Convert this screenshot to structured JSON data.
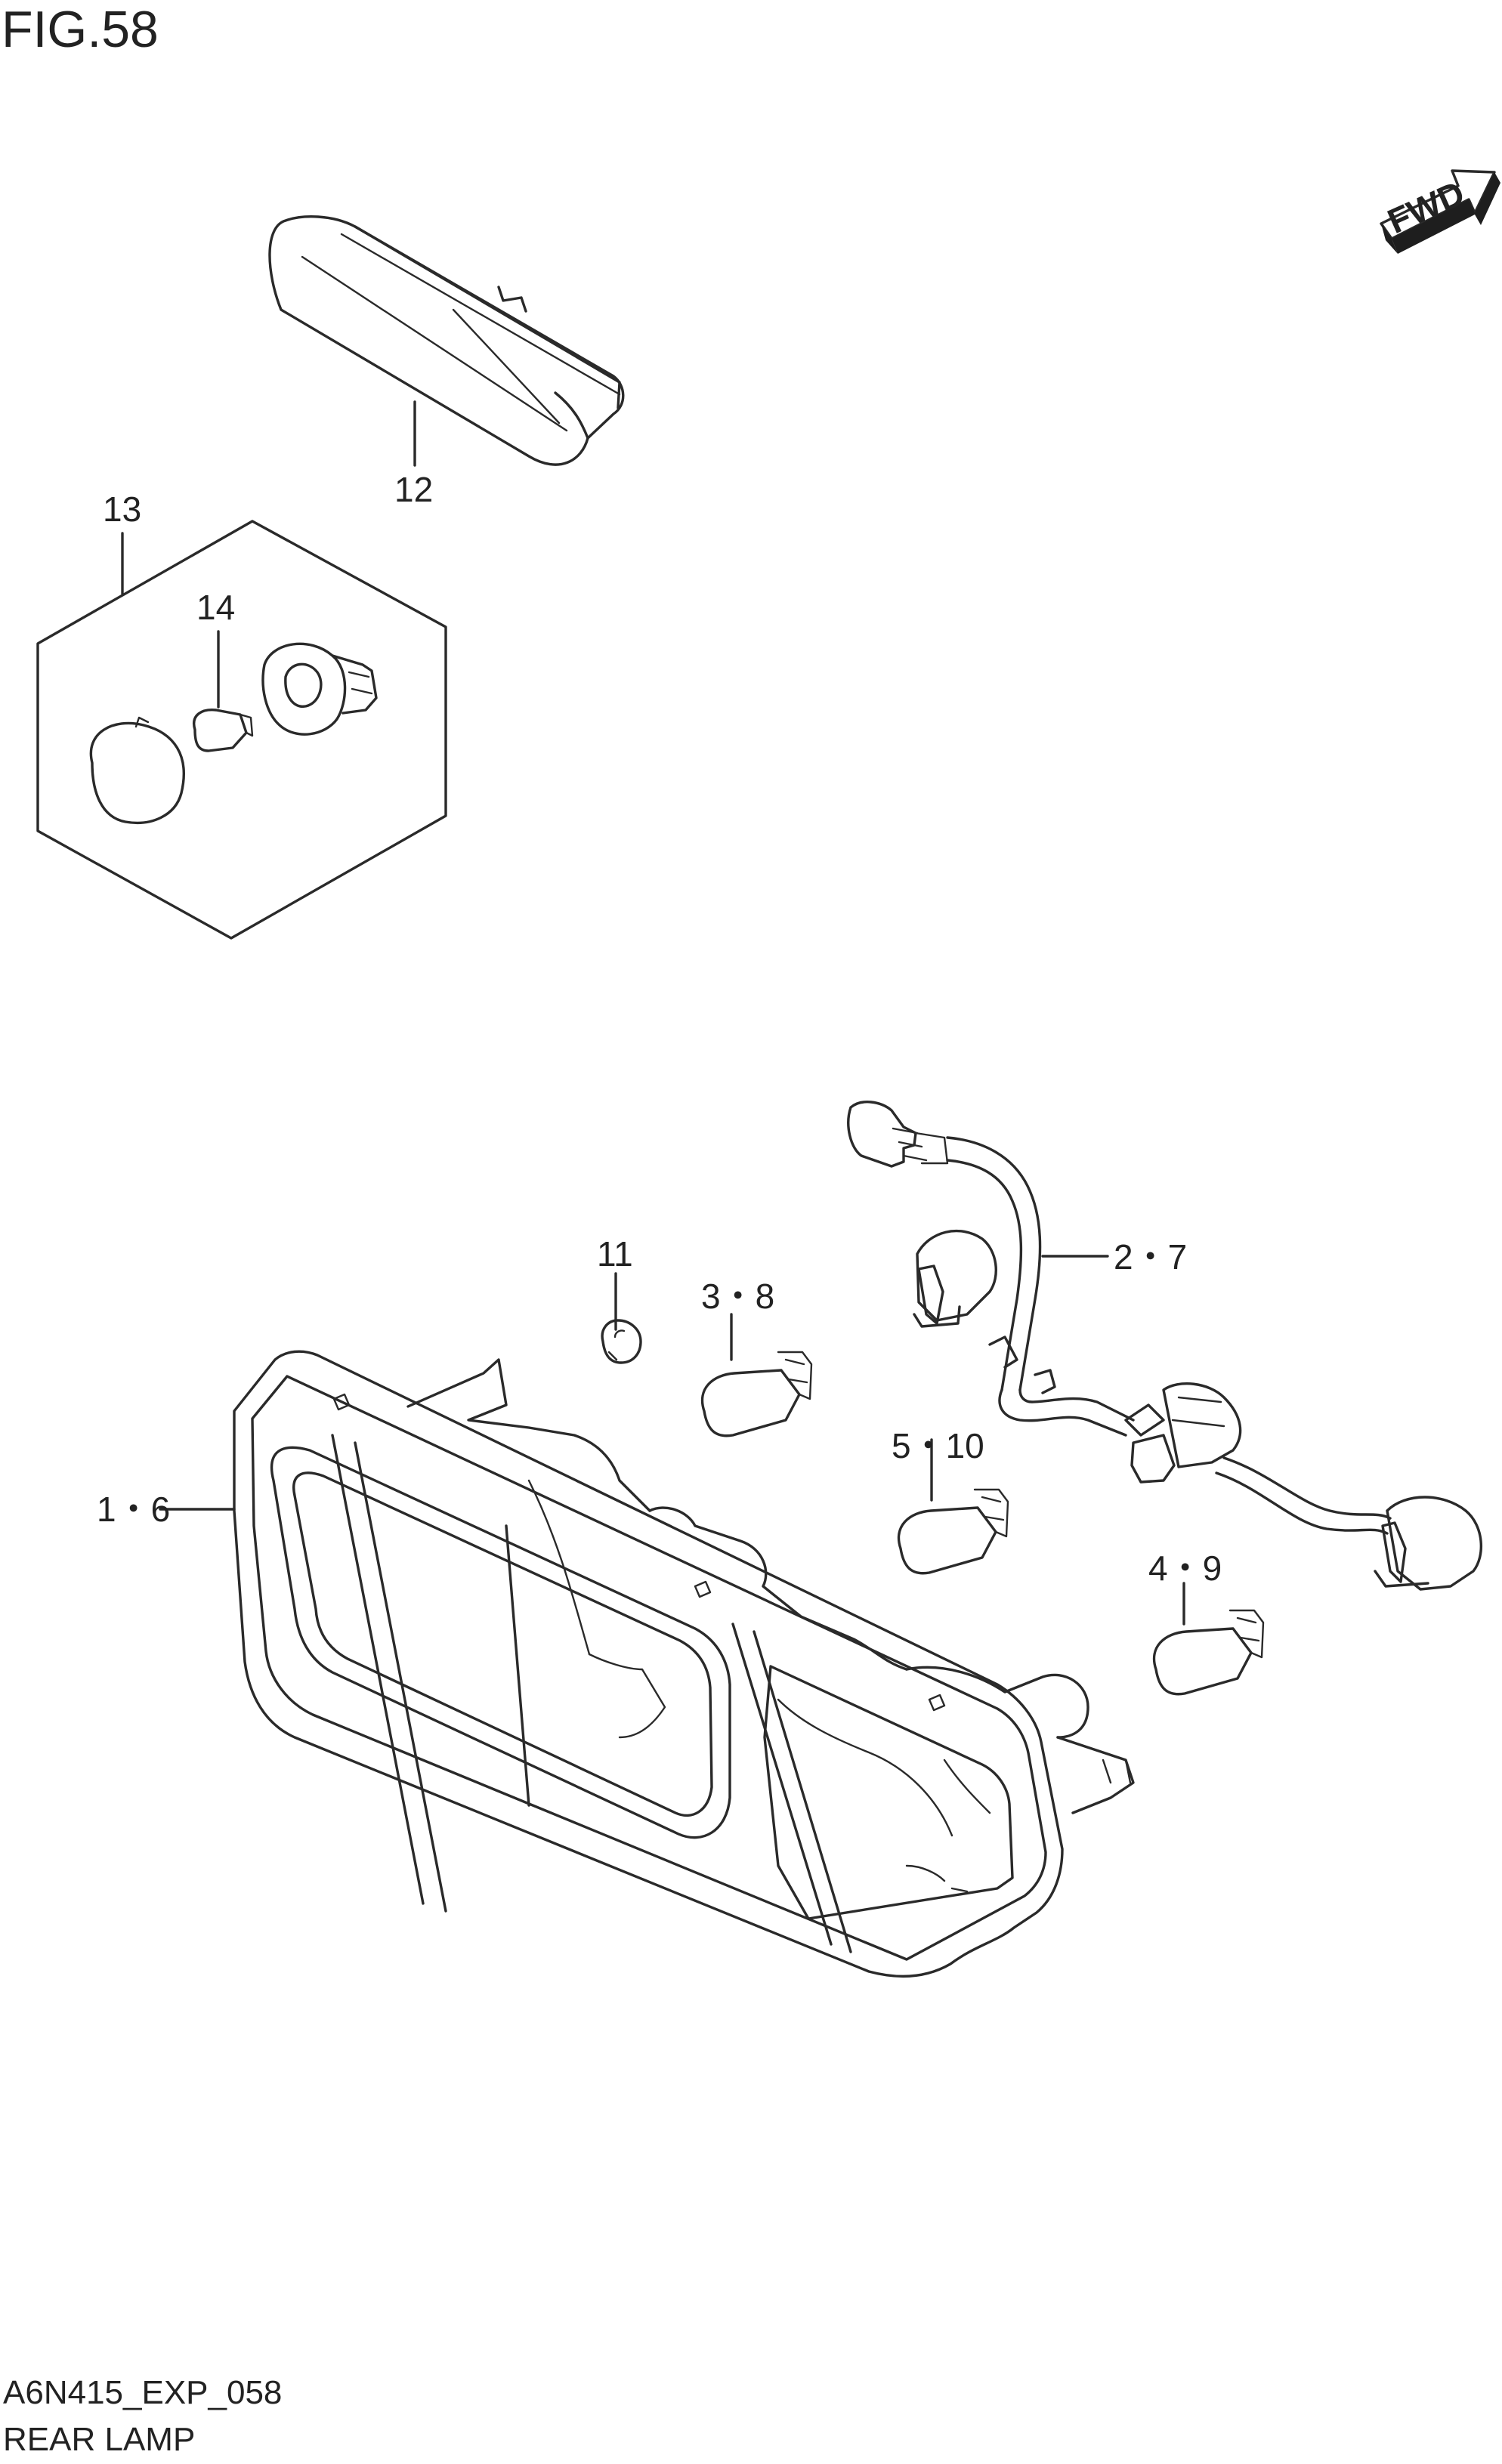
{
  "figure": {
    "title": "FIG.58",
    "code": "A6N415_EXP_058",
    "name": "REAR LAMP",
    "fwd_label": "FWD"
  },
  "callouts": {
    "c1": "1・6",
    "c2": "2・7",
    "c3": "3・8",
    "c4": "4・9",
    "c5": "5・10",
    "c11": "11",
    "c12": "12",
    "c13": "13",
    "c14": "14"
  }
}
